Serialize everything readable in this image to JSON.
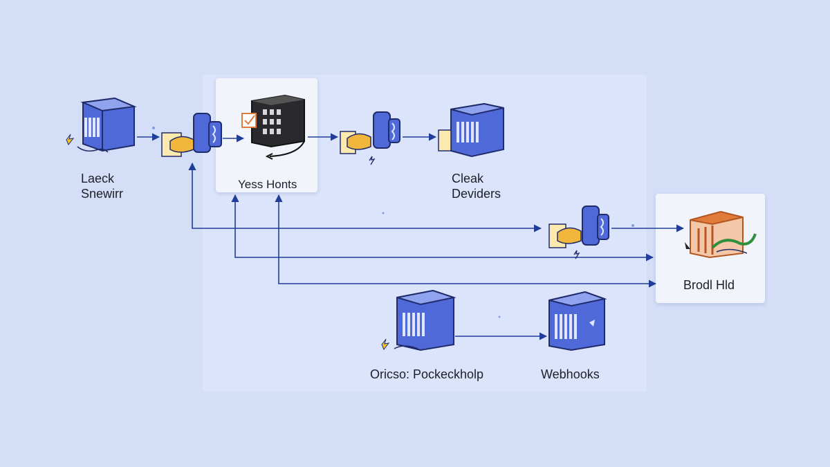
{
  "colors": {
    "background": "#d4def6",
    "arrow": "#1f3d99",
    "server_blue": "#4f6ad8",
    "handshake_yellow": "#f2b63c",
    "orange_server": "#e07b3c"
  },
  "nodes": {
    "left_server": {
      "line1": "Laeck",
      "line2": "Snewirr",
      "icon": "server-icon"
    },
    "center_card": {
      "label": "Yess Honts",
      "icon": "dark-server-icon"
    },
    "cloud": {
      "line1": "Cleak",
      "line2": "Deviders",
      "icon": "server-icon"
    },
    "right_card": {
      "label": "Brodl Hld",
      "icon": "orange-server-icon"
    },
    "bottom_left": {
      "label": "Oricso: Pockeckholp",
      "icon": "server-icon"
    },
    "webhooks": {
      "label": "Webhooks",
      "icon": "server-icon"
    }
  }
}
